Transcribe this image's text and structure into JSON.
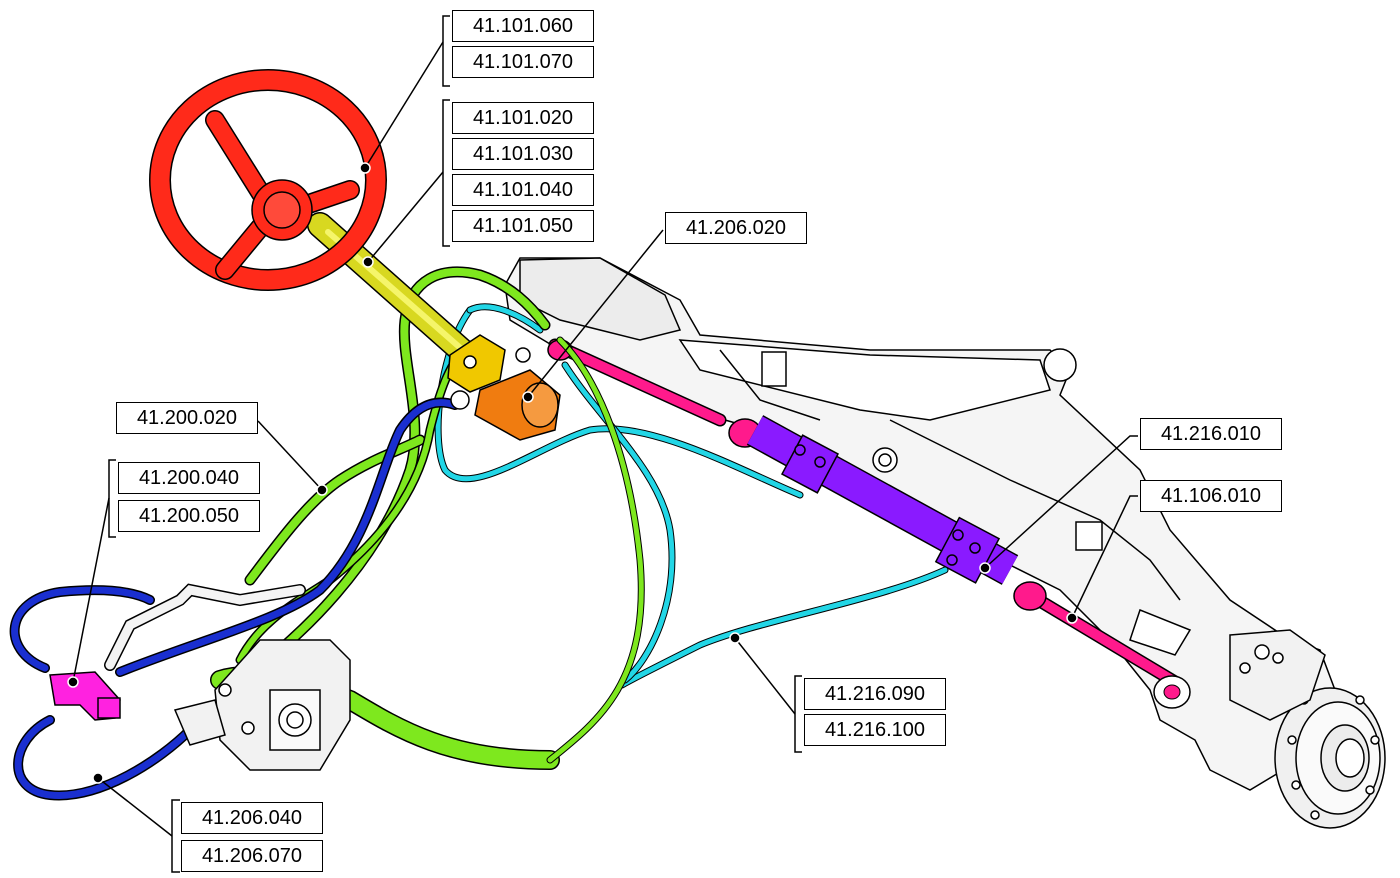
{
  "diagram": {
    "callouts": [
      {
        "id": "steering-wheel",
        "part_numbers": [
          "41.101.060",
          "41.101.070"
        ]
      },
      {
        "id": "steering-column",
        "part_numbers": [
          "41.101.020",
          "41.101.030",
          "41.101.040",
          "41.101.050"
        ]
      },
      {
        "id": "steering-unit",
        "part_numbers": [
          "41.206.020"
        ]
      },
      {
        "id": "green-hose",
        "part_numbers": [
          "41.200.020"
        ]
      },
      {
        "id": "pump-fitting",
        "part_numbers": [
          "41.200.040",
          "41.200.050"
        ]
      },
      {
        "id": "steering-cylinder",
        "part_numbers": [
          "41.216.010"
        ]
      },
      {
        "id": "tie-rod",
        "part_numbers": [
          "41.106.010"
        ]
      },
      {
        "id": "cyan-hoses",
        "part_numbers": [
          "41.216.090",
          "41.216.100"
        ]
      },
      {
        "id": "blue-hoses",
        "part_numbers": [
          "41.206.040",
          "41.206.070"
        ]
      }
    ],
    "component_colors": {
      "steering_wheel": "#ff2a1a",
      "steering_column": "#d8d820",
      "steering_unit": "#f07c10",
      "flange": "#f0c800",
      "green_hoses": "#7ee81e",
      "cyan_hoses": "#22d6e6",
      "blue_hoses": "#1a2fd0",
      "cylinder": "#8a1aff",
      "tie_rod": "#ff1a8c",
      "tee_fitting": "#ff22e0",
      "axle": "#f4f4f4",
      "outline": "#000000"
    }
  }
}
